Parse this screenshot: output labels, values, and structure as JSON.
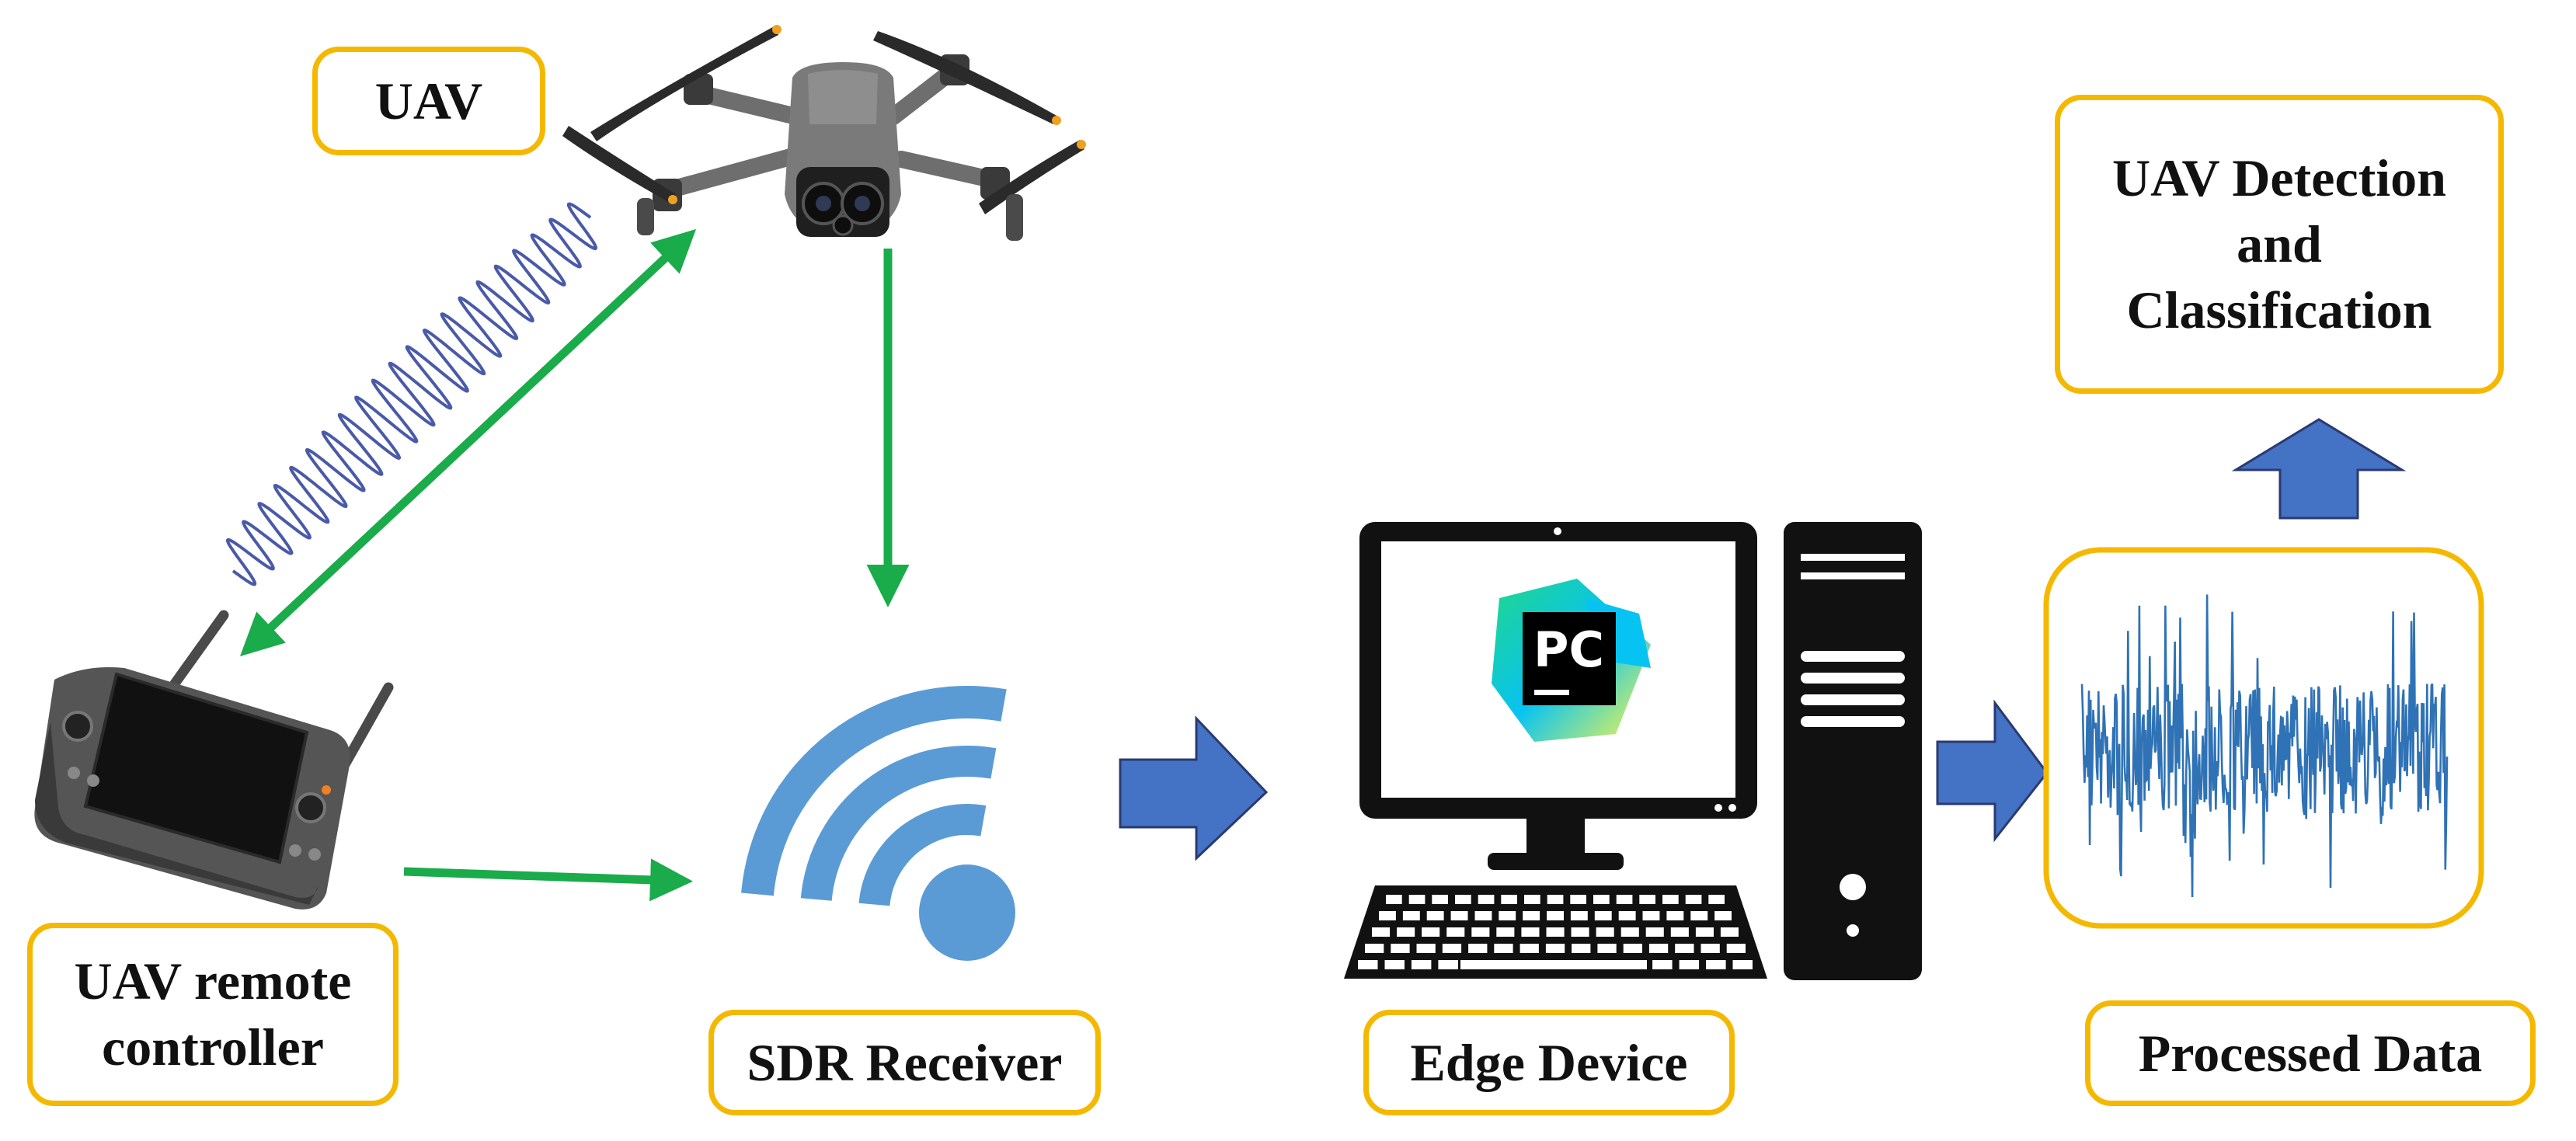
{
  "labels": {
    "uav": "UAV",
    "remote_controller": [
      "UAV remote",
      "controller"
    ],
    "sdr_receiver": "SDR Receiver",
    "edge_device": "Edge Device",
    "processed_data": "Processed Data",
    "detection": [
      "UAV Detection",
      "and",
      "Classification"
    ],
    "ide_logo": "PC"
  },
  "colors": {
    "label_border": "#f5b800",
    "link_arrow": "#1aab4a",
    "flow_arrow": "#4472c4",
    "rf_wave": "#4a5aa8",
    "wifi_icon": "#5b9bd5",
    "signal": "#2f72b5",
    "computer": "#111111"
  },
  "icons": [
    "drone-icon",
    "remote-controller-icon",
    "wifi-receiver-icon",
    "computer-monitor-icon",
    "pc-tower-icon",
    "keyboard-icon",
    "pycharm-logo-icon",
    "rf-wave-icon"
  ]
}
